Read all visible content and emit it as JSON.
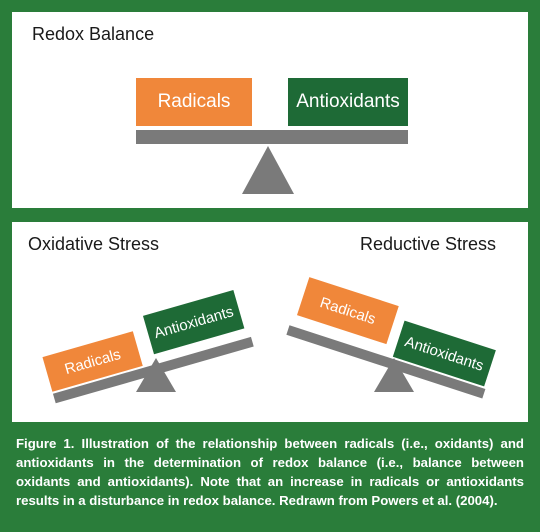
{
  "top": {
    "heading": "Redox Balance",
    "left_box": "Radicals",
    "right_box": "Antioxidants"
  },
  "oxidative": {
    "heading": "Oxidative Stress",
    "low_box": "Radicals",
    "high_box": "Antioxidants"
  },
  "reductive": {
    "heading": "Reductive Stress",
    "high_box": "Radicals",
    "low_box": "Antioxidants"
  },
  "caption": "Figure 1. Illustration of the relationship between radicals (i.e., oxidants) and antioxidants in the determination of redox balance (i.e., balance between oxidants and antioxidants). Note that an increase in radicals or antioxidants results in a disturbance in redox balance. Redrawn from Powers et al. (2004).",
  "colors": {
    "frame": "#2a7d3a",
    "radicals": "#f0873a",
    "antioxidants": "#1e6a36",
    "beam": "#7a7a7a"
  }
}
